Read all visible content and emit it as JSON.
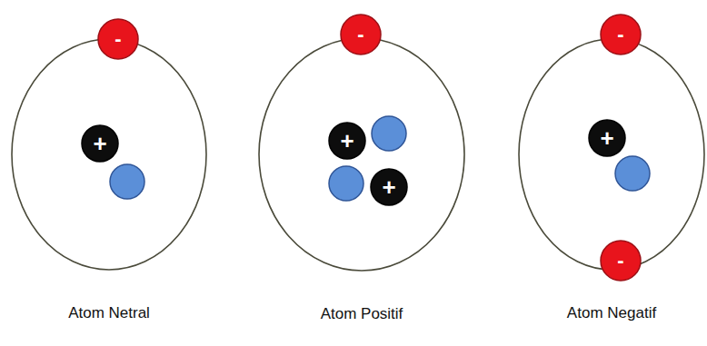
{
  "diagram": {
    "nodes": [
      {
        "text": [
          "Atom Netral"
        ]
      },
      {
        "text": [
          "-"
        ],
        "in": 0
      },
      {
        "text": [
          "+"
        ],
        "in": 0
      },
      {
        "text": [
          "Atom Positif"
        ]
      },
      {
        "text": [
          "-"
        ],
        "in": 3
      },
      {
        "text": [
          "+"
        ],
        "in": 3
      },
      {
        "text": [
          "+"
        ],
        "in": 3
      },
      {
        "text": [
          "Atom Negatif"
        ]
      },
      {
        "text": [
          "-"
        ],
        "in": 7
      },
      {
        "text": [
          "+"
        ],
        "in": 7
      },
      {
        "text": [
          "-"
        ],
        "in": 7
      }
    ]
  }
}
